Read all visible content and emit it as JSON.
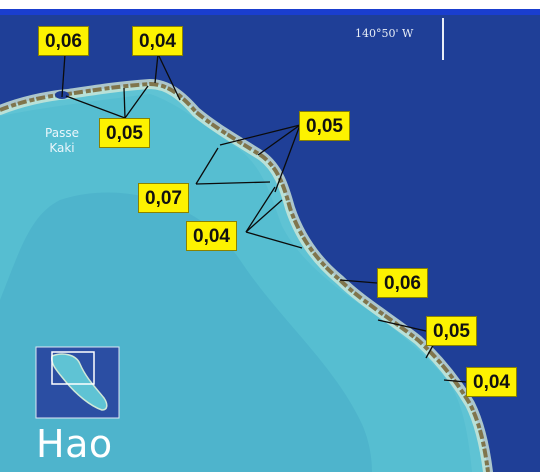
{
  "map": {
    "place_name": "Hao",
    "pass_name_line1": "Passe",
    "pass_name_line2": "Kaki",
    "longitude_label": "140°50' W",
    "colors": {
      "ocean": "#1f3f97",
      "lagoon": "#5fc3d4",
      "lagoon_deep": "#3fa3c4",
      "reef": "#9a8a5a",
      "label_bg": "#fdf200",
      "top_rule": "#1a3ecf"
    },
    "labels": [
      {
        "id": "l1",
        "text": "0,06"
      },
      {
        "id": "l2",
        "text": "0,04"
      },
      {
        "id": "l3",
        "text": "0,05"
      },
      {
        "id": "l4",
        "text": "0,05"
      },
      {
        "id": "l5",
        "text": "0,07"
      },
      {
        "id": "l6",
        "text": "0,04"
      },
      {
        "id": "l7",
        "text": "0,06"
      },
      {
        "id": "l8",
        "text": "0,05"
      },
      {
        "id": "l9",
        "text": "0,04"
      }
    ],
    "inset": {
      "icon": "atoll-inset-map"
    }
  }
}
